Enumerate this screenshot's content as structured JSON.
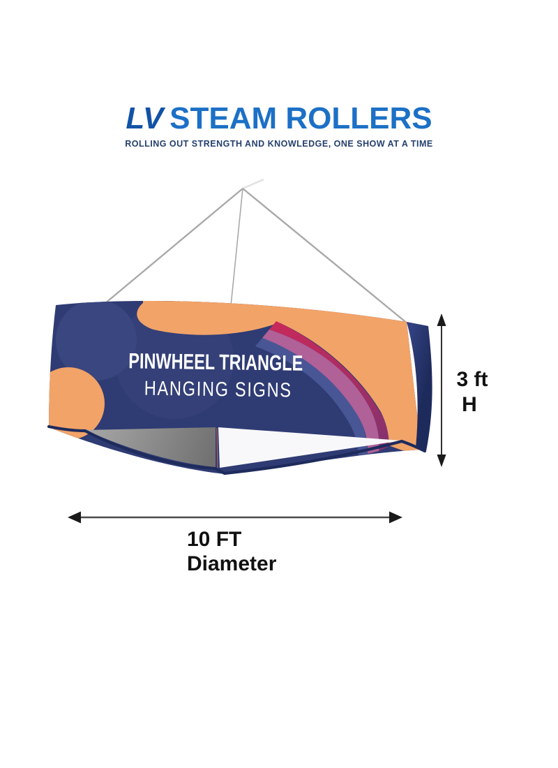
{
  "logo": {
    "brand_first": "LV",
    "brand_rest": "STEAM ROLLERS",
    "tagline": "ROLLING OUT STRENGTH AND KNOWLEDGE, ONE SHOW AT A TIME"
  },
  "banner": {
    "title_line1": "PINWHEEL TRIANGLE",
    "title_line2": "HANGING SIGNS"
  },
  "dimensions": {
    "height_value": "3 ft",
    "height_label": "H",
    "width_value": "10 FT",
    "width_label": "Diameter"
  },
  "colors": {
    "logo_blue_dark": "#1152a6",
    "logo_blue": "#1c70c6",
    "tagline_navy": "#25406e",
    "navy": "#2f3b73",
    "navy_light_circle": "#3a467f",
    "navy_light_circle2": "#344077",
    "orange": "#f2a368",
    "crimson": "#c8295a",
    "crimson_deep": "#7e3370",
    "mauve": "#b06198",
    "steel_blue": "#4d5c9b",
    "side_light": "#31407f",
    "side_dark": "#1d2b5c",
    "gray_light": "#a6a6a6",
    "gray_dark": "#717171",
    "white_face": "#f8f8fa",
    "seam": "#c9674f",
    "rim": "#1e2b5c",
    "wire": "#a9a9a9",
    "arrow": "#1a1a1a",
    "arrow_shaft": "#4a4a4a",
    "banner_text": "#ffffff"
  }
}
